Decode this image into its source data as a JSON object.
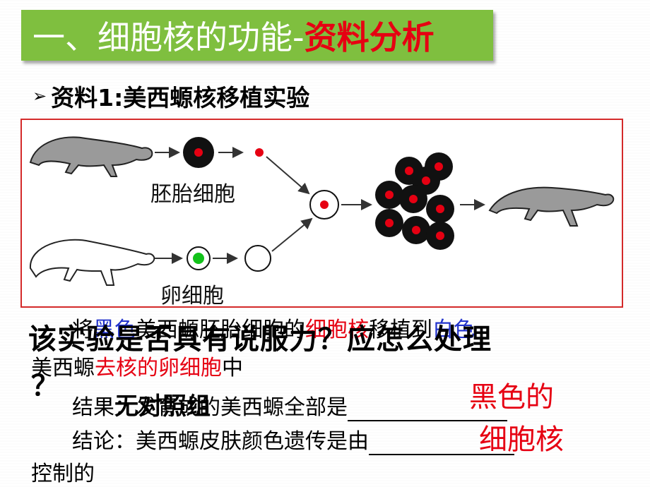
{
  "header": {
    "title_main": "一、细胞核的功能-",
    "title_accent": "资料分析"
  },
  "material": {
    "bullet": "➢",
    "heading": "资料1:美西螈核移植实验"
  },
  "diagram": {
    "label_embryo": "胚胎细胞",
    "label_egg": "卵细胞"
  },
  "text": {
    "line1_a": "将",
    "line1_black": "黑色",
    "line1_b": "美西螈胚胎细胞的",
    "line1_nucleus": "细胞核",
    "line1_c": "移植到",
    "line1_white": "白色",
    "line2_a": "美西螈",
    "line2_enucleated": "去核的卵细胞",
    "line2_b": "中",
    "result_label": "结果：发育成的美西螈全部是",
    "conclusion_label": "结论：美西螈皮肤颜色遗传是由",
    "control_label": "控制的",
    "question": "该实验是否具有说服力？应怎么处理",
    "question_mark": "？",
    "no_control": "无对照组"
  },
  "answers": {
    "result": "黑色的",
    "conclusion": "细胞核"
  },
  "colors": {
    "title_bg": "#7fbf3f",
    "accent_red": "#e60012",
    "frame_red": "#d42a2a",
    "nucleus_green": "#12c21a"
  }
}
